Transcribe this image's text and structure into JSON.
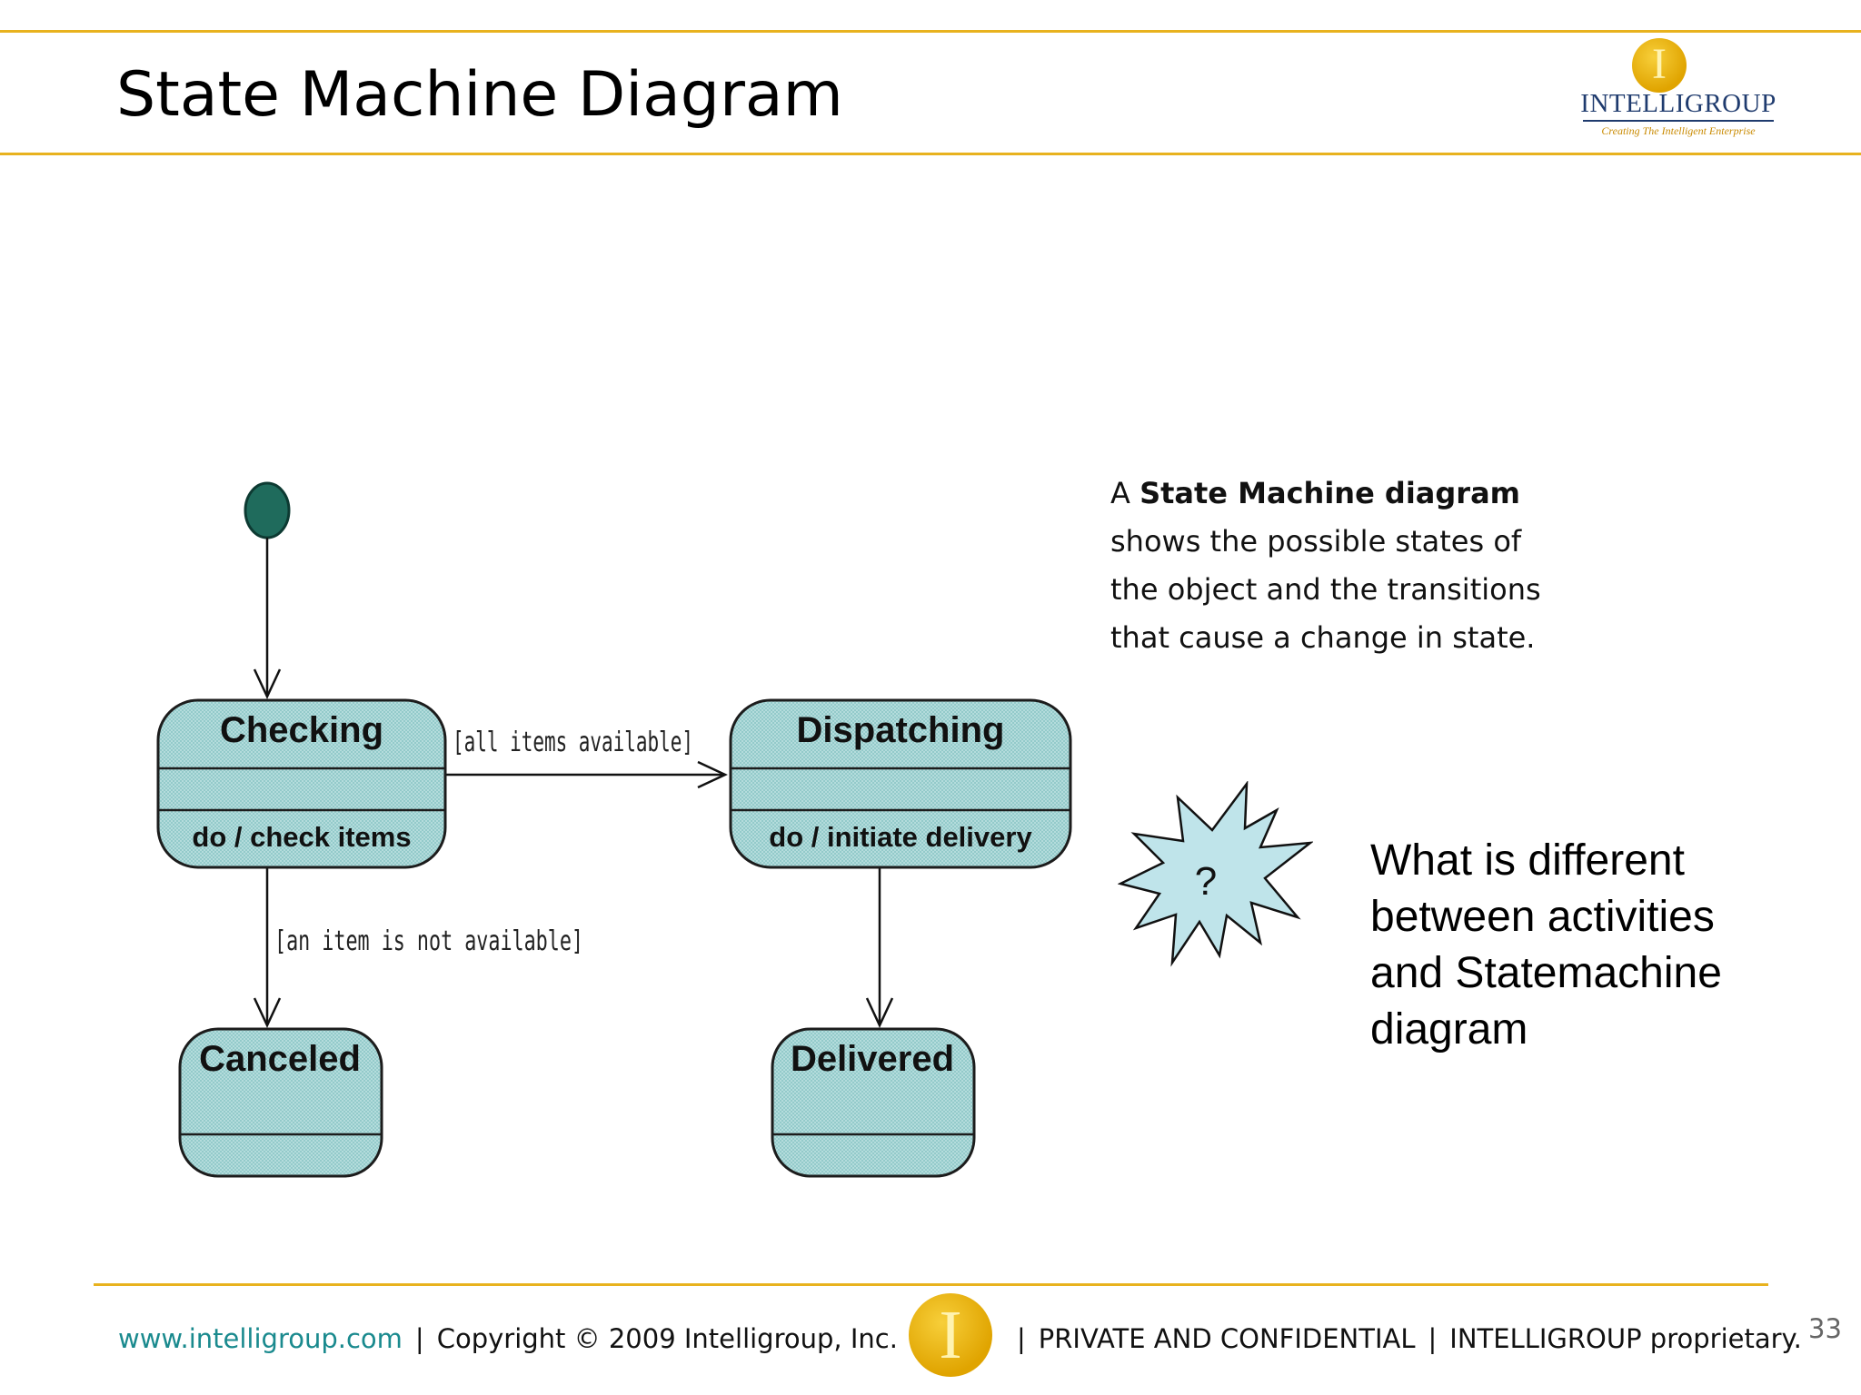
{
  "slide": {
    "title": "State Machine Diagram",
    "page_number": "33"
  },
  "logo": {
    "initial": "I",
    "wordmark": "INTELLIGROUP",
    "tagline": "Creating The Intelligent Enterprise"
  },
  "diagram": {
    "states": [
      {
        "id": "checking",
        "name": "Checking",
        "activity": "do / check items"
      },
      {
        "id": "dispatching",
        "name": "Dispatching",
        "activity": "do / initiate delivery"
      },
      {
        "id": "canceled",
        "name": "Canceled",
        "activity": ""
      },
      {
        "id": "delivered",
        "name": "Delivered",
        "activity": ""
      }
    ],
    "transitions": [
      {
        "from": "start",
        "to": "checking",
        "label": ""
      },
      {
        "from": "checking",
        "to": "dispatching",
        "label": "[all items available]"
      },
      {
        "from": "checking",
        "to": "canceled",
        "label": "[an item is not available]"
      },
      {
        "from": "dispatching",
        "to": "delivered",
        "label": ""
      }
    ],
    "colors": {
      "state_fill": "#8fc8c8",
      "state_stroke": "#1c1c1c",
      "start_fill": "#1f6b5c"
    }
  },
  "description": {
    "prefix": "A ",
    "bold": "State Machine diagram",
    "line2": "shows the possible states of",
    "line3": "the object and the transitions",
    "line4": "that cause a change in state."
  },
  "callout": {
    "symbol": "?",
    "lines": [
      "What is different",
      "between activities",
      "and Statemachine",
      "diagram"
    ]
  },
  "footer": {
    "url": "www.intelligroup.com",
    "copyright": "Copyright © 2009 Intelligroup, Inc.",
    "logo_initial": "I",
    "confidential": "PRIVATE AND CONFIDENTIAL",
    "proprietary": "INTELLIGROUP proprietary."
  },
  "theme": {
    "accent": "#e8b21e",
    "link": "#1a8a8e"
  }
}
